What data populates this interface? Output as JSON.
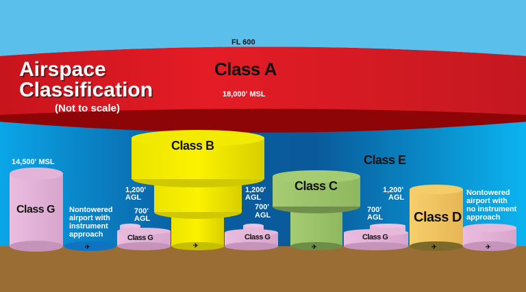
{
  "title": {
    "line1": "Airspace",
    "line2": "Classification",
    "subtitle": "(Not to scale)"
  },
  "colors": {
    "sky": "#5bbfec",
    "lower_sky_left": "#0aa4e6",
    "lower_sky_mid": "#0a5a9a",
    "lower_sky_right": "#0ab0ee",
    "ground": "#996d34",
    "class_a": "#de1a24",
    "class_a_dark": "#8e0508",
    "class_b": "#f2ea00",
    "class_c": "#9cc26a",
    "class_d": "#f3c862",
    "class_g": "#e6b3d9",
    "airport_pad": "#0f73c4"
  },
  "altitudes": {
    "fl600": "FL 600",
    "msl_18000": "18,000' MSL",
    "msl_14500": "14,500' MSL",
    "agl_1200": "1,200'",
    "agl_700": "700'",
    "agl": "AGL"
  },
  "classes": {
    "a": "Class A",
    "b": "Class B",
    "c": "Class C",
    "d": "Class D",
    "e": "Class E",
    "g": "Class G"
  },
  "airports": {
    "with_approach": [
      "Nontowered",
      "airport with",
      "instrument",
      "approach"
    ],
    "no_approach": [
      "Nontowered",
      "airport with",
      "no instrument",
      "approach"
    ]
  },
  "airport_icon": "airplane-icon"
}
